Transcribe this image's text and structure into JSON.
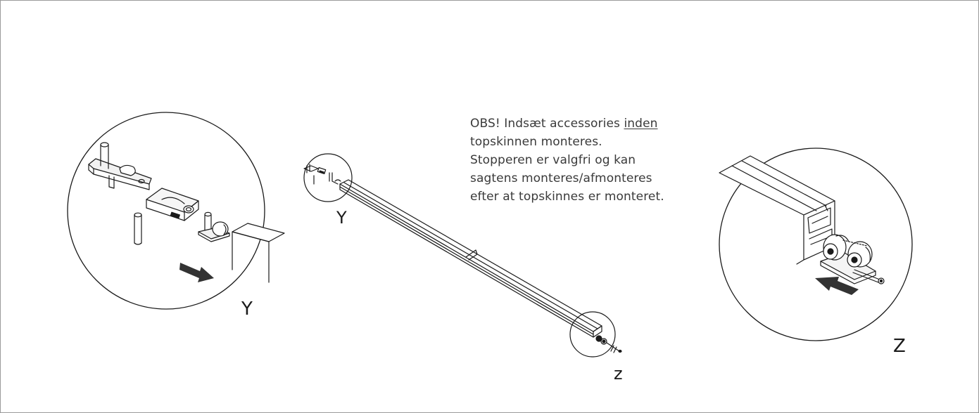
{
  "note": {
    "line1_prefix": "OBS! Indsæt accessories ",
    "line1_underlined": "inden",
    "line2": "topskinnen monteres.",
    "line3": "Stopperen er valgfri og kan",
    "line4": "sagtens monteres/afmonteres",
    "line5": "efter at topskinnes er monteret."
  },
  "labels": {
    "detail_left": "Y",
    "rail_left": "Y",
    "detail_right": "Z",
    "rail_right": "z"
  },
  "colors": {
    "line": "#1a1a1a",
    "arrow": "#333333",
    "frame": "#9a9a9a"
  }
}
